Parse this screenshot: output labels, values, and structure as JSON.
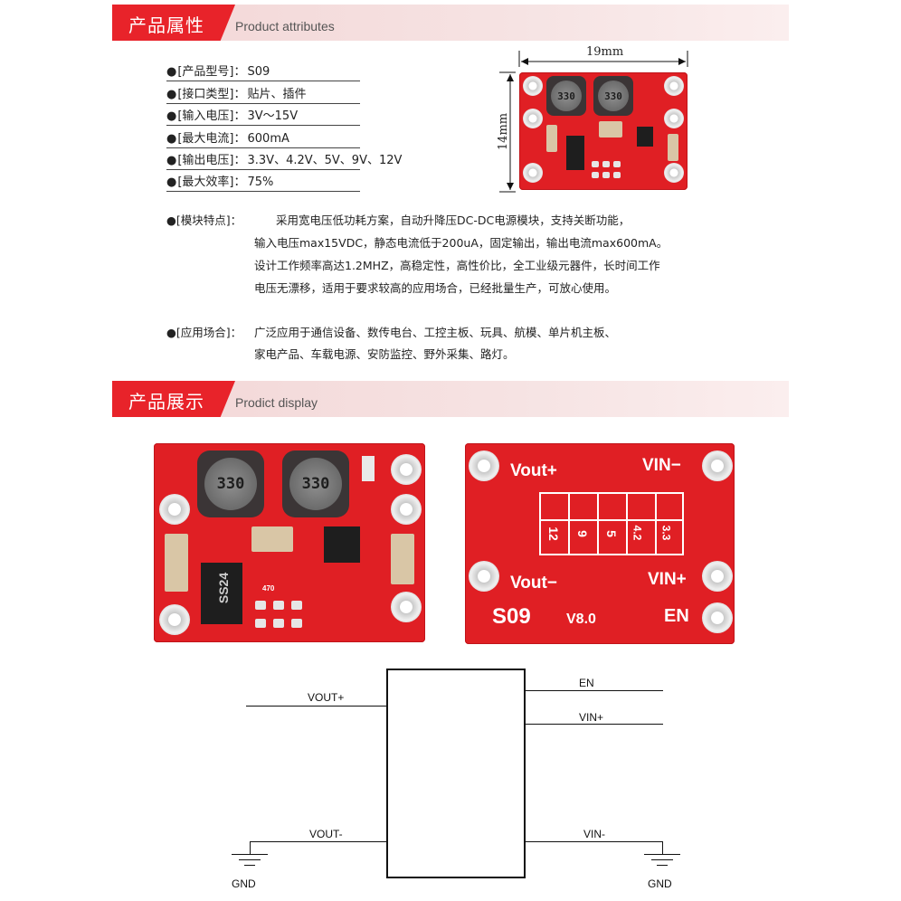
{
  "section1": {
    "title_cn": "产品属性",
    "title_en": "Product attributes"
  },
  "attributes": [
    {
      "label": "[产品型号]：",
      "value": "S09"
    },
    {
      "label": "[接口类型]：",
      "value": "贴片、插件"
    },
    {
      "label": "[输入电压]：",
      "value": "3V～15V"
    },
    {
      "label": "[最大电流]：",
      "value": "600mA"
    },
    {
      "label": "[输出电压]：",
      "value": "3.3V、4.2V、5V、9V、12V"
    },
    {
      "label": "[最大效率]：",
      "value": "75%"
    }
  ],
  "dimension": {
    "width": "19mm",
    "height": "14mm"
  },
  "features": {
    "label": "●[模块特点]：",
    "lines": [
      "采用宽电压低功耗方案，自动升降压DC-DC电源模块，支持关断功能，",
      "输入电压max15VDC，静态电流低于200uA，固定输出，输出电流max600mA。",
      "设计工作频率高达1.2MHZ，高稳定性，高性价比，全工业级元器件，长时间工作",
      "电压无漂移，适用于要求较高的应用场合，已经批量生产，可放心使用。"
    ]
  },
  "applications": {
    "label": "●[应用场合]：",
    "lines": [
      "广泛应用于通信设备、数传电台、工控主板、玩具、航模、单片机主板、",
      "家电产品、车载电源、安防监控、野外采集、路灯。"
    ]
  },
  "section2": {
    "title_cn": "产品展示",
    "title_en": "Prodict display"
  },
  "board_front": {
    "inductor_label": "330",
    "diode_label": "SS24",
    "resistor_label": "470"
  },
  "board_back": {
    "vout_plus": "Vout+",
    "vin_minus": "VIN−",
    "vout_minus": "Vout−",
    "vin_plus": "VIN+",
    "model": "S09",
    "version": "V8.0",
    "en": "EN",
    "jumper_labels": [
      "12",
      "9",
      "5",
      "4.2",
      "3.3"
    ]
  },
  "schematic": {
    "vout_plus": "VOUT+",
    "vout_minus": "VOUT-",
    "en": "EN",
    "vin_plus": "VIN+",
    "vin_minus": "VIN-",
    "gnd_left": "GND",
    "gnd_right": "GND"
  },
  "colors": {
    "accent": "#e8232a",
    "pcb": "#e01f24"
  }
}
